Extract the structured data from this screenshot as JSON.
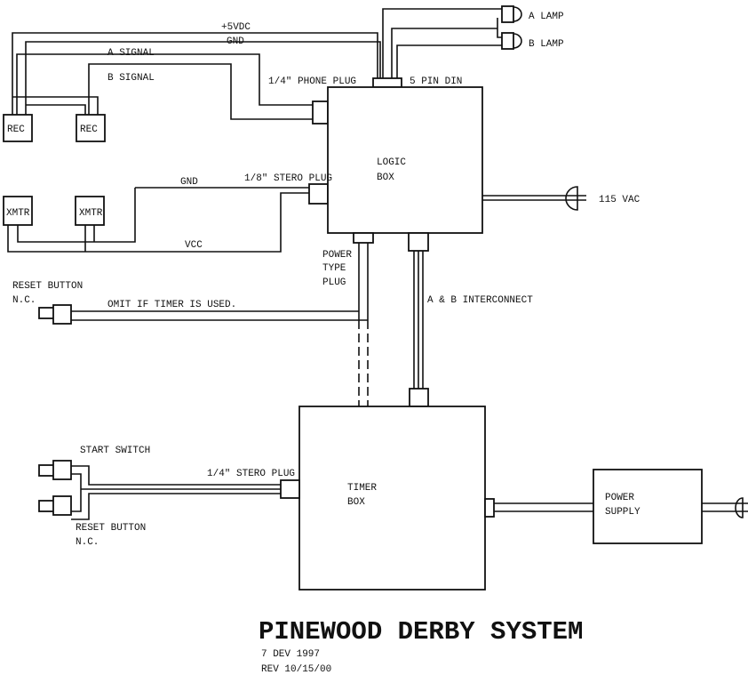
{
  "labels": {
    "vdc": "+5VDC",
    "gnd_top": "GND",
    "a_signal": "A SIGNAL",
    "b_signal": "B SIGNAL",
    "phone_plug": "1/4\" PHONE PLUG",
    "din": "5 PIN DIN",
    "a_lamp": "A LAMP",
    "b_lamp": "B LAMP",
    "rec1": "REC",
    "rec2": "REC",
    "xmtr1": "XMTR",
    "xmtr2": "XMTR",
    "gnd_xmtr": "GND",
    "vcc": "VCC",
    "stereo_plug_small": "1/8\" STERO PLUG",
    "logic_box_1": "LOGIC",
    "logic_box_2": "BOX",
    "vac": "115 VAC",
    "power_plug_1": "POWER",
    "power_plug_2": "TYPE",
    "power_plug_3": "PLUG",
    "interconnect": "A & B INTERCONNECT",
    "reset_top_1": "RESET BUTTON",
    "reset_top_2": "N.C.",
    "omit": "OMIT IF TIMER IS USED.",
    "start_switch": "START SWITCH",
    "stereo_plug_large": "1/4\" STERO PLUG",
    "reset_bottom_1": "RESET BUTTON",
    "reset_bottom_2": "N.C.",
    "timer_box_1": "TIMER",
    "timer_box_2": "BOX",
    "power_supply_1": "POWER",
    "power_supply_2": "SUPPLY"
  },
  "title": "PINEWOOD DERBY SYSTEM",
  "date": "7 DEV 1997",
  "revision": "REV 10/15/00"
}
